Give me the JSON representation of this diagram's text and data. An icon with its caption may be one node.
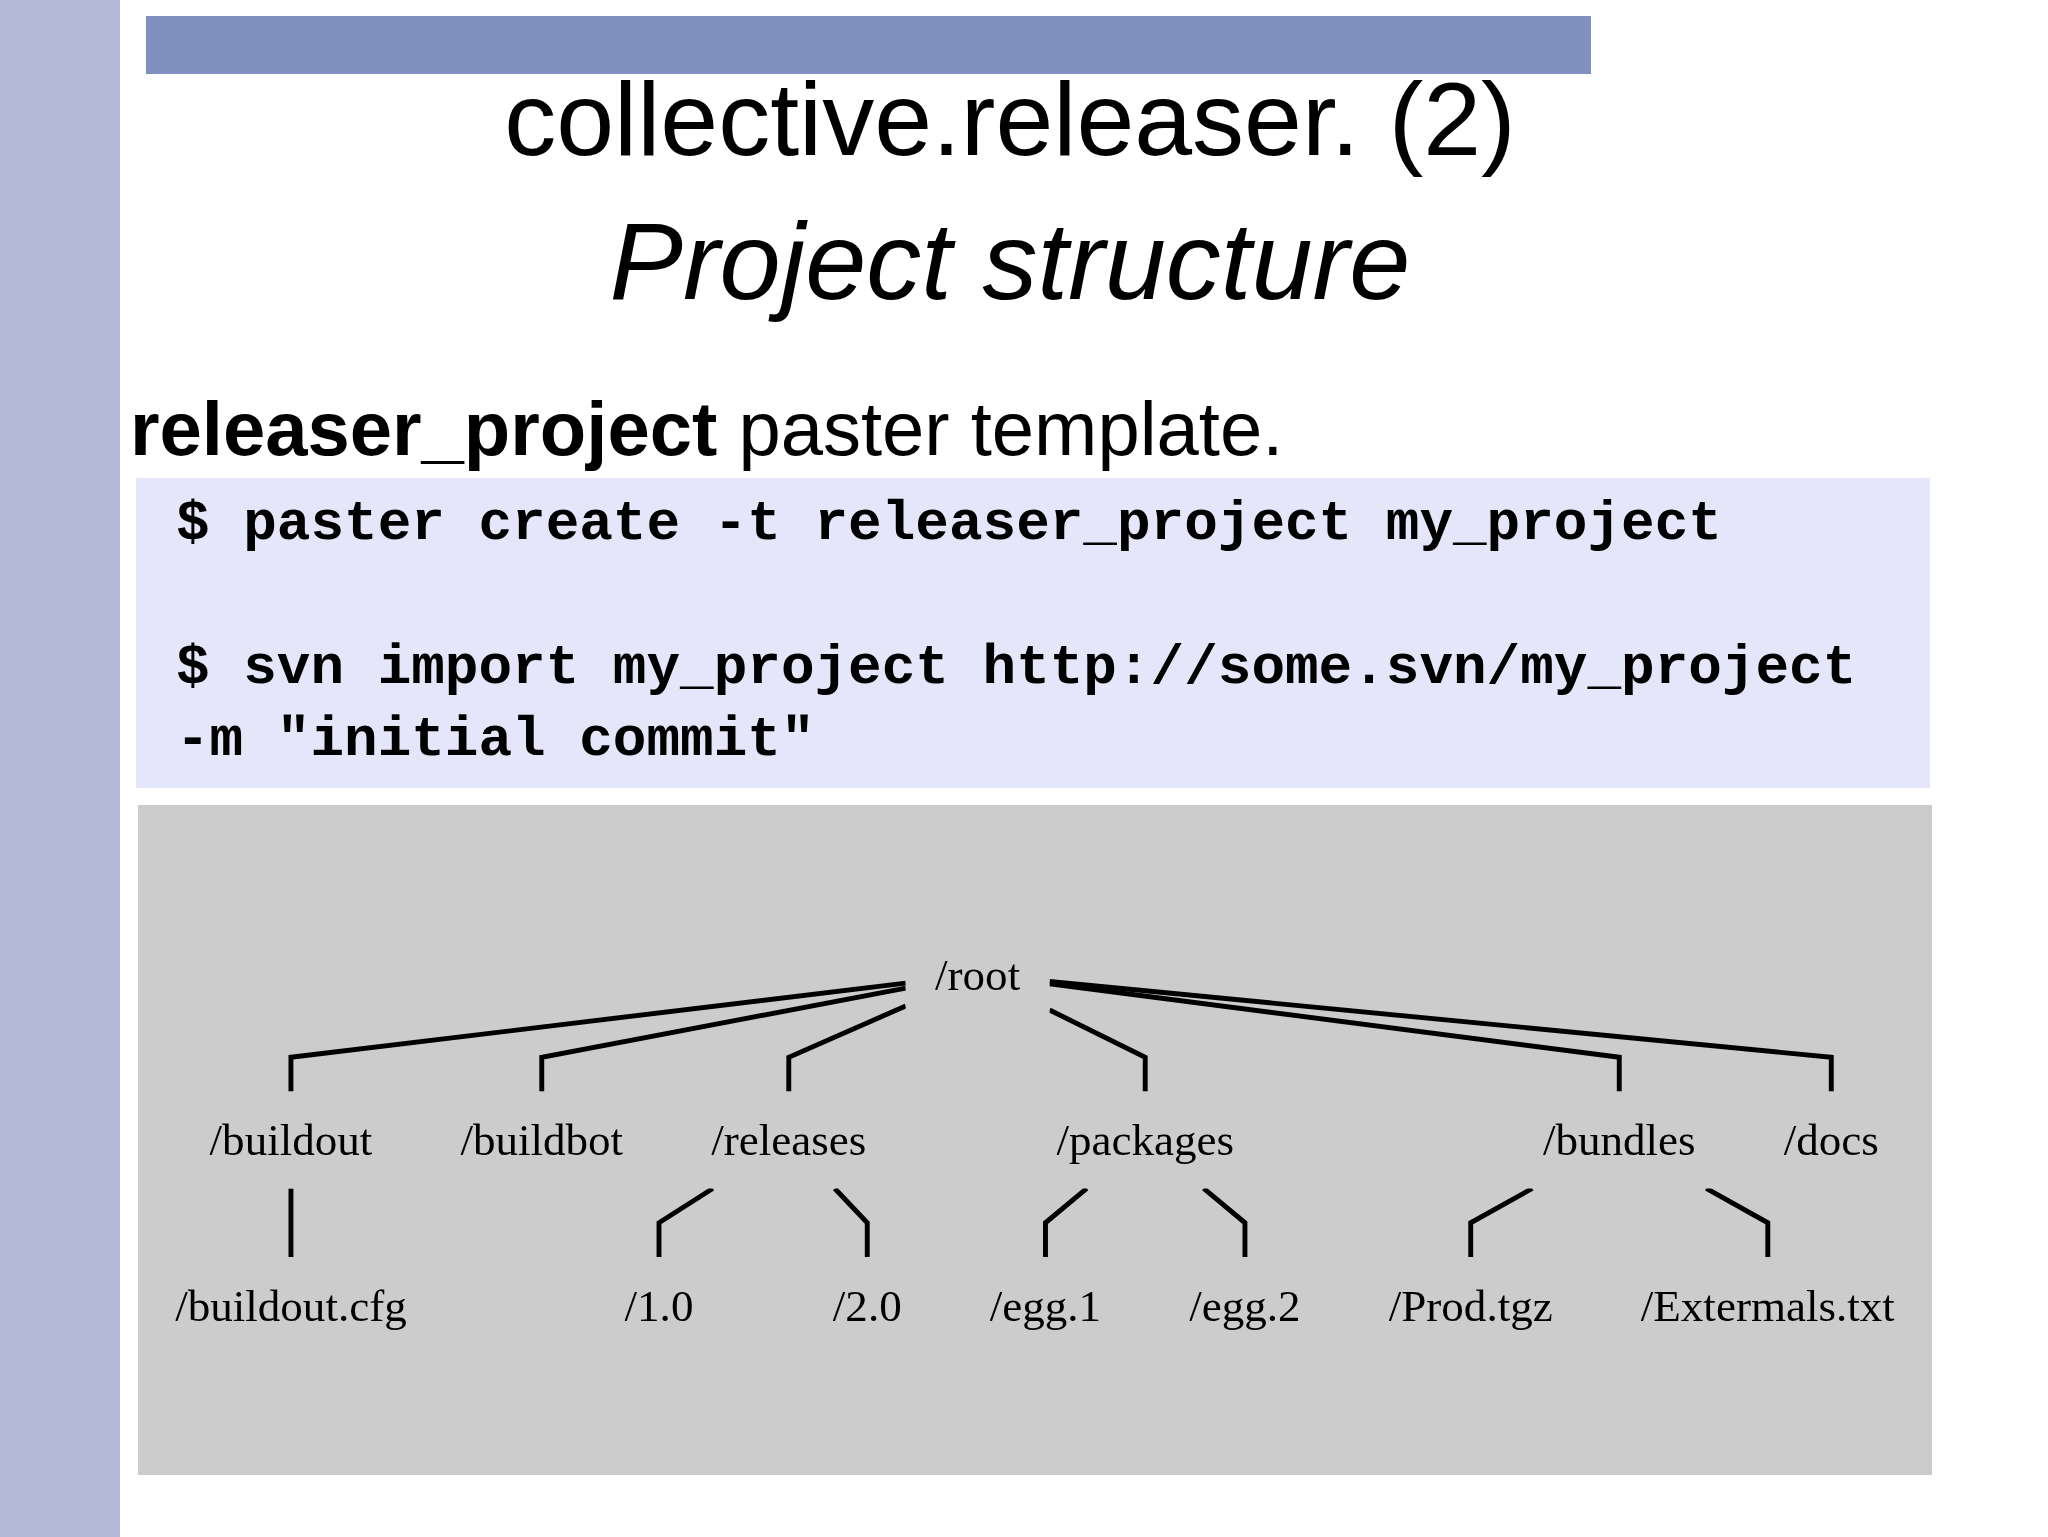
{
  "diagram": {
    "title": "collective.releaser. (2)",
    "nodes": [
      {
        "text": [
          "/root"
        ]
      },
      {
        "text": [
          "/buildout"
        ]
      },
      {
        "text": [
          "/buildbot"
        ]
      },
      {
        "text": [
          "/releases"
        ]
      },
      {
        "text": [
          "/packages"
        ]
      },
      {
        "text": [
          "/bundles"
        ]
      },
      {
        "text": [
          "/docs"
        ]
      },
      {
        "text": [
          "/buildout.cfg"
        ]
      },
      {
        "text": [
          "/1.0"
        ]
      },
      {
        "text": [
          "/2.0"
        ]
      },
      {
        "text": [
          "/egg.1"
        ]
      },
      {
        "text": [
          "/egg.2"
        ]
      },
      {
        "text": [
          "/Prod.tgz"
        ]
      },
      {
        "text": [
          "/Extermals.txt"
        ]
      }
    ],
    "edges": [
      {
        "from": 0,
        "to": 1,
        "arrow": "none"
      },
      {
        "from": 0,
        "to": 2,
        "arrow": "none"
      },
      {
        "from": 0,
        "to": 3,
        "arrow": "none"
      },
      {
        "from": 0,
        "to": 4,
        "arrow": "none"
      },
      {
        "from": 0,
        "to": 5,
        "arrow": "none"
      },
      {
        "from": 0,
        "to": 6,
        "arrow": "none"
      },
      {
        "from": 1,
        "to": 7,
        "arrow": "none"
      },
      {
        "from": 3,
        "to": 8,
        "arrow": "none"
      },
      {
        "from": 3,
        "to": 9,
        "arrow": "none"
      },
      {
        "from": 4,
        "to": 10,
        "arrow": "none"
      },
      {
        "from": 4,
        "to": 11,
        "arrow": "none"
      },
      {
        "from": 5,
        "to": 12,
        "arrow": "none"
      },
      {
        "from": 5,
        "to": 13,
        "arrow": "none"
      }
    ],
    "labels": [
      "Project structure",
      "**releaser_project** paster template.",
      "$ paster create -t releaser_project my_project",
      "$ svn import my_project http://some.svn/my_project -m \"initial commit\""
    ]
  }
}
